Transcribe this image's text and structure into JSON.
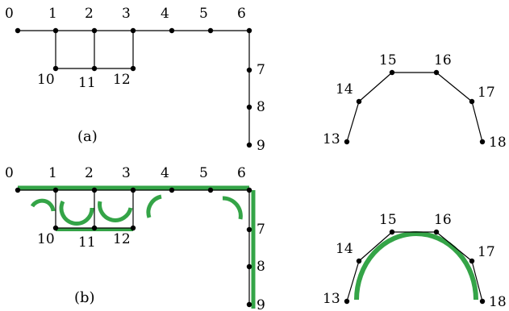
{
  "colors": {
    "line": "#000000",
    "node": "#000000",
    "highlight": "#34a447"
  },
  "panels": [
    {
      "caption": "(a)",
      "node_labels": [
        "0",
        "1",
        "2",
        "3",
        "4",
        "5",
        "6",
        "7",
        "8",
        "9",
        "10",
        "11",
        "12",
        "13",
        "14",
        "15",
        "16",
        "17",
        "18"
      ],
      "edges": [
        [
          0,
          1
        ],
        [
          1,
          2
        ],
        [
          2,
          3
        ],
        [
          3,
          4
        ],
        [
          4,
          5
        ],
        [
          5,
          6
        ],
        [
          6,
          7
        ],
        [
          7,
          8
        ],
        [
          8,
          9
        ],
        [
          1,
          10
        ],
        [
          2,
          11
        ],
        [
          3,
          12
        ],
        [
          10,
          11
        ],
        [
          11,
          12
        ],
        [
          13,
          14
        ],
        [
          14,
          15
        ],
        [
          15,
          16
        ],
        [
          16,
          17
        ],
        [
          17,
          18
        ]
      ]
    },
    {
      "caption": "(b)",
      "node_labels": [
        "0",
        "1",
        "2",
        "3",
        "4",
        "5",
        "6",
        "7",
        "8",
        "9",
        "10",
        "11",
        "12",
        "13",
        "14",
        "15",
        "16",
        "17",
        "18"
      ],
      "edges": [
        [
          0,
          1
        ],
        [
          1,
          2
        ],
        [
          2,
          3
        ],
        [
          3,
          4
        ],
        [
          4,
          5
        ],
        [
          5,
          6
        ],
        [
          6,
          7
        ],
        [
          7,
          8
        ],
        [
          8,
          9
        ],
        [
          1,
          10
        ],
        [
          2,
          11
        ],
        [
          3,
          12
        ],
        [
          10,
          11
        ],
        [
          11,
          12
        ],
        [
          13,
          14
        ],
        [
          14,
          15
        ],
        [
          15,
          16
        ],
        [
          16,
          17
        ],
        [
          17,
          18
        ]
      ]
    }
  ]
}
